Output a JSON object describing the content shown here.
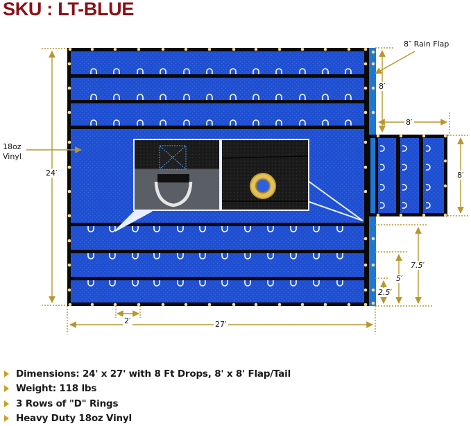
{
  "header": {
    "sku": "SKU : LT-BLUE"
  },
  "diagram": {
    "labels": {
      "rain_flap": "8″ Rain Flap",
      "material": "18oz\nVinyl",
      "material_line1": "18oz",
      "material_line2": "Vinyl",
      "height": "24′",
      "width": "27′",
      "ring_spacing": "2′",
      "drop_depth": "8′",
      "flap_width": "8′",
      "flap_height": "8′",
      "row_7_5": "7.5′",
      "row_5": "5′",
      "row_2_5": "2.5′"
    },
    "insets": [
      {
        "name": "d-ring-closeup"
      },
      {
        "name": "brass-grommet-closeup"
      }
    ],
    "colors": {
      "vinyl_blue": "#1f4fd1",
      "rain_flap_blue": "#1e78d2",
      "webbing": "#0a0a0a",
      "dimension_gold": "#b8962e",
      "grommet": "#f6d89a",
      "sku_red": "#8b1016"
    }
  },
  "features": [
    {
      "text": "Dimensions: 24' x 27' with 8 Ft Drops, 8' x 8' Flap/Tail"
    },
    {
      "text": "Weight: 118 lbs"
    },
    {
      "text": "3 Rows of \"D\" Rings"
    },
    {
      "text": "Heavy Duty 18oz Vinyl"
    }
  ]
}
